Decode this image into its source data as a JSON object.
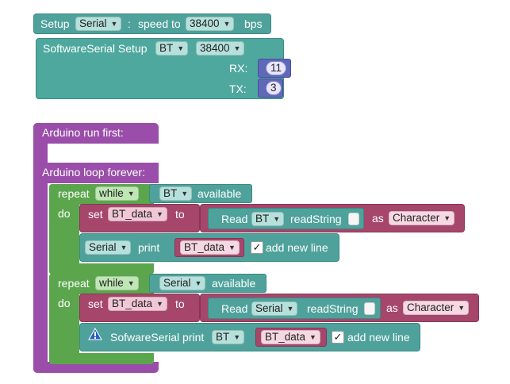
{
  "setup": {
    "prefix": "Setup",
    "port": "Serial",
    "colon": ":",
    "speed_label": "speed to",
    "speed": "38400",
    "unit": "bps"
  },
  "softserial_setup": {
    "label": "SoftwareSerial Setup",
    "port": "BT",
    "speed": "38400",
    "rx_label": "RX:",
    "rx": "11",
    "tx_label": "TX:",
    "tx": "3"
  },
  "arduino": {
    "run_first": "Arduino run first:",
    "loop_forever": "Arduino loop forever:"
  },
  "loop1": {
    "repeat": "repeat",
    "mode": "while",
    "port": "BT",
    "available": "available",
    "do": "do",
    "set": "set",
    "var": "BT_data",
    "to": "to",
    "read": "Read",
    "read_port": "BT",
    "read_string": "readString",
    "as": "as",
    "type": "Character",
    "print_port": "Serial",
    "print": "print",
    "print_var": "BT_data",
    "newline": "add new line"
  },
  "loop2": {
    "repeat": "repeat",
    "mode": "while",
    "port": "Serial",
    "available": "available",
    "do": "do",
    "set": "set",
    "var": "BT_data",
    "to": "to",
    "read": "Read",
    "read_port": "Serial",
    "read_string": "readString",
    "as": "as",
    "type": "Character",
    "print_label": "SofwareSerial print",
    "print_port": "BT",
    "print_var": "BT_data",
    "newline": "add new line"
  },
  "colors": {
    "teal": "#4fa29b",
    "purple": "#9a4eaa",
    "green": "#5ba64d",
    "maroon": "#a6466b",
    "number": "#6068b8"
  },
  "icons": {
    "dropdown": "triangle-down",
    "warning": "warning-triangle",
    "checkbox": "checked"
  }
}
